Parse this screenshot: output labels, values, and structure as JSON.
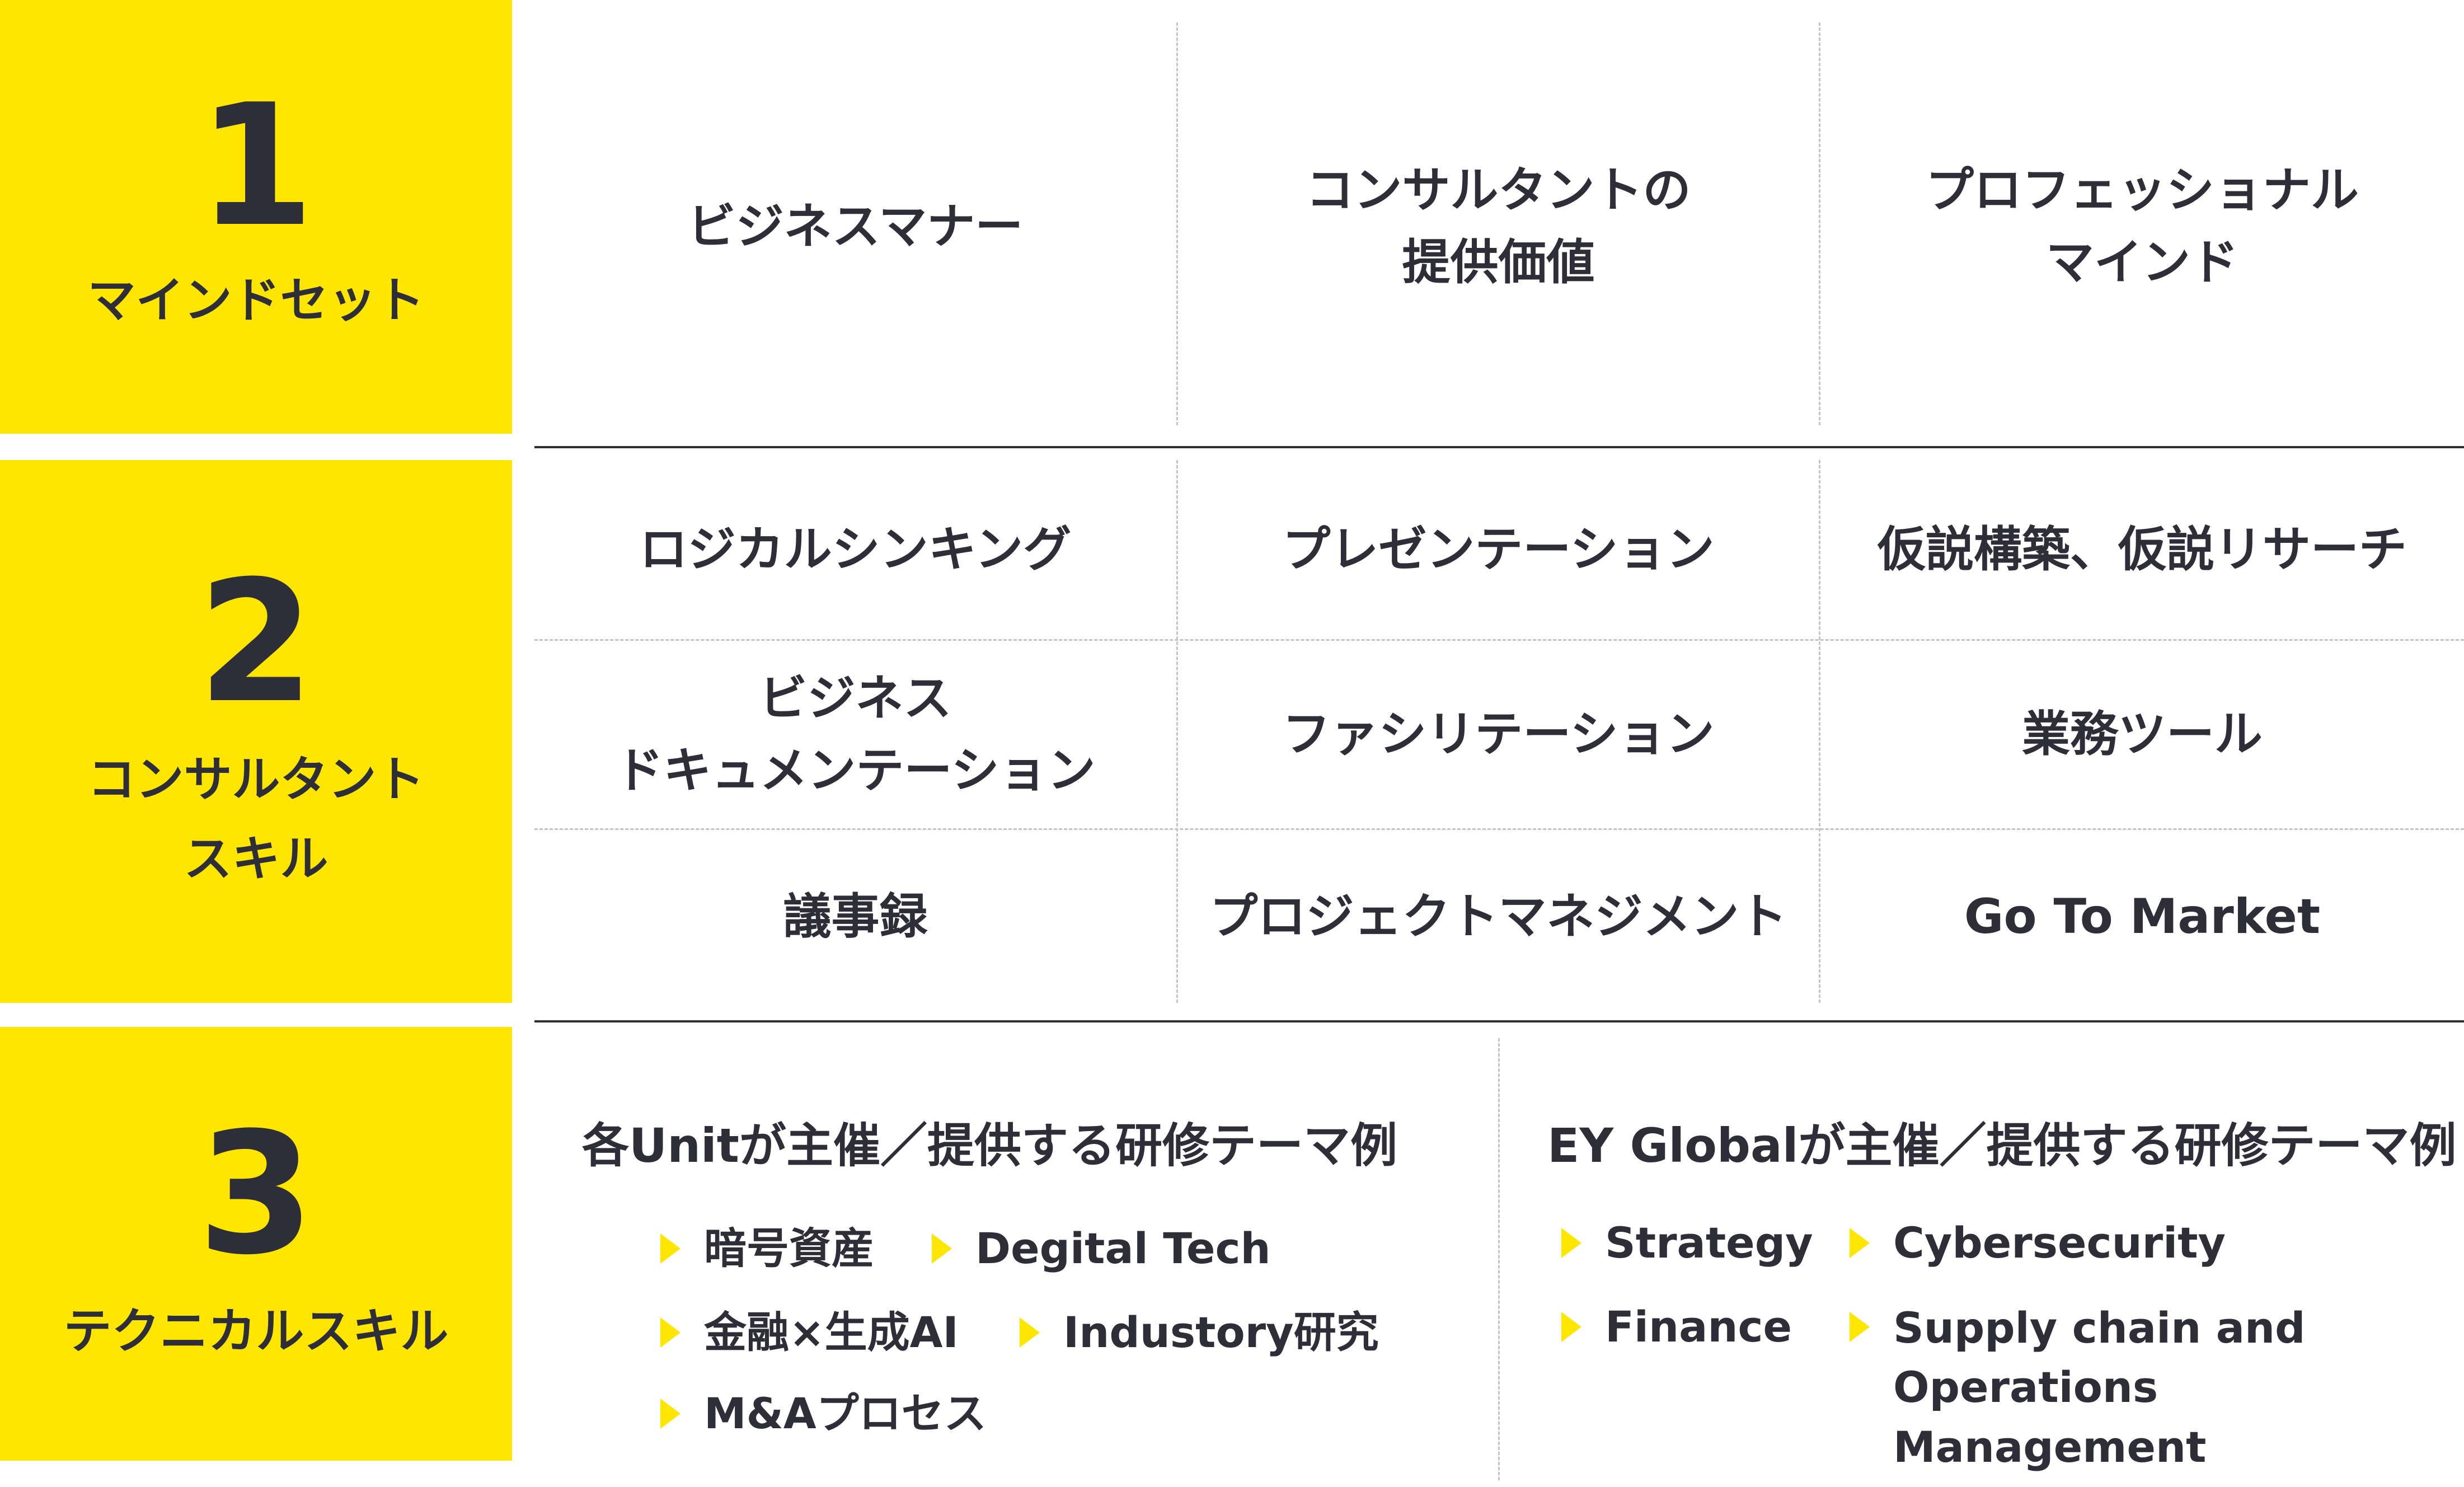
{
  "sections": [
    {
      "number": "1",
      "label": "マインドセット",
      "cells": [
        "ビジネスマナー",
        "コンサルタントの\n提供価値",
        "プロフェッショナル\nマインド"
      ]
    },
    {
      "number": "2",
      "label": "コンサルタント\nスキル",
      "cells": [
        "ロジカルシンキング",
        "プレゼンテーション",
        "仮説構築、仮説リサーチ",
        "ビジネス\nドキュメンテーション",
        "ファシリテーション",
        "業務ツール",
        "議事録",
        "プロジェクトマネジメント",
        "Go To Market"
      ]
    },
    {
      "number": "3",
      "label": "テクニカルスキル",
      "left": {
        "heading": "各Unitが主催／提供する研修テーマ例",
        "items": [
          "暗号資産",
          "Degital Tech",
          "金融×生成AI",
          "Industory研究",
          "M&Aプロセス"
        ]
      },
      "right": {
        "heading": "EY Globalが主催／提供する研修テーマ例",
        "items": [
          "Strategy",
          "Cybersecurity",
          "Finance",
          "Supply chain and\nOperations Management"
        ]
      }
    }
  ],
  "colors": {
    "accent": "#ffe600",
    "text": "#2e2e38",
    "dashed": "#c4c4c4"
  },
  "icons": {
    "bullet": "triangle-right-icon"
  }
}
